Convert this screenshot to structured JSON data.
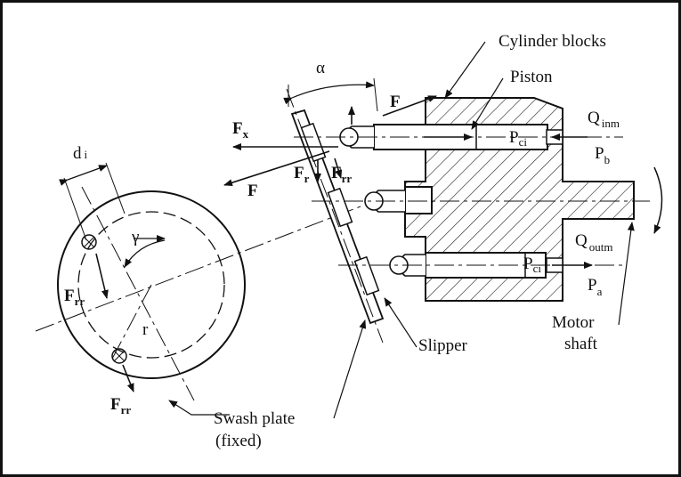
{
  "labels": {
    "cylinder_blocks": "Cylinder blocks",
    "piston": "Piston",
    "alpha": "α",
    "gamma": "γ",
    "d_main": "d",
    "d_sub": "i",
    "r": "r",
    "F_top": "F",
    "F_left": "F",
    "Fx_main": "F",
    "Fx_sub": "x",
    "Fr_main": "F",
    "Fr_sub": "r",
    "Frr_top_main": "F",
    "Frr_top_sub": "rr",
    "Frr_mid_main": "F",
    "Frr_mid_sub": "rr",
    "Frr_bot_main": "F",
    "Frr_bot_sub": "rr",
    "Pci_top_main": "P",
    "Pci_top_sub": "ci",
    "Pci_bot_main": "P",
    "Pci_bot_sub": "ci",
    "Qinm_main": "Q",
    "Qinm_sub": "inm",
    "Pb_main": "P",
    "Pb_sub": "b",
    "Qoutm_main": "Q",
    "Qoutm_sub": "outm",
    "Pa_main": "P",
    "Pa_sub": "a",
    "motor_line1": "Motor",
    "motor_line2": "shaft",
    "slipper": "Slipper",
    "swash_line1": "Swash plate",
    "swash_line2": "(fixed)"
  }
}
